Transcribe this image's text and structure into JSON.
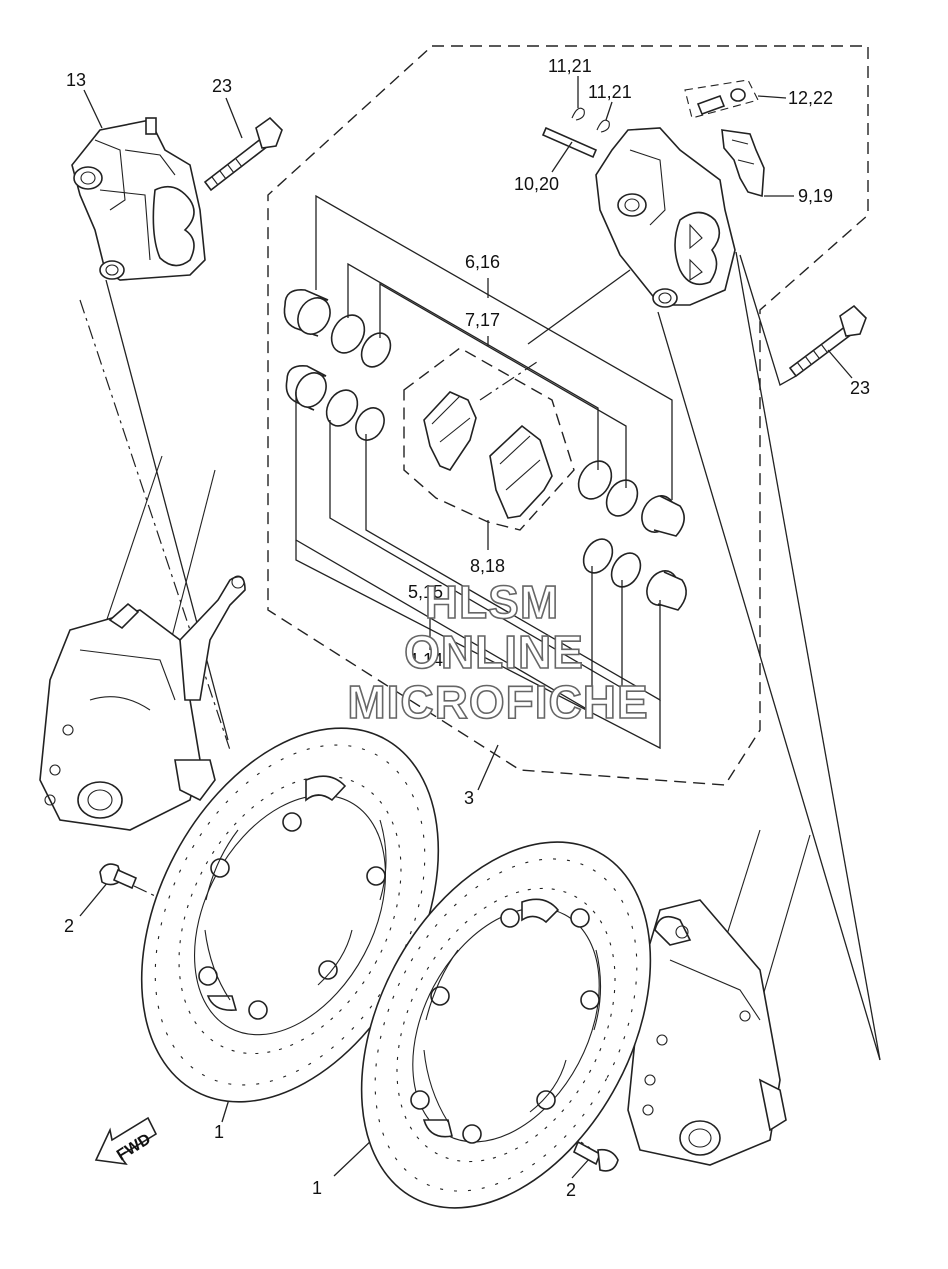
{
  "labels": {
    "l13": "13",
    "l23a": "23",
    "l23b": "23",
    "l1121a": "11,21",
    "l1121b": "11,21",
    "l1222": "12,22",
    "l1020": "10,20",
    "l919": "9,19",
    "l616": "6,16",
    "l717": "7,17",
    "l818": "8,18",
    "l515": "5,15",
    "l414": "4,14",
    "l3": "3",
    "l2a": "2",
    "l2b": "2",
    "l1a": "1",
    "l1b": "1"
  },
  "watermark": {
    "line1": "HLSM",
    "line2": "ONLINE",
    "line3": "MICROFICHE"
  },
  "fwd_label": "FWD"
}
